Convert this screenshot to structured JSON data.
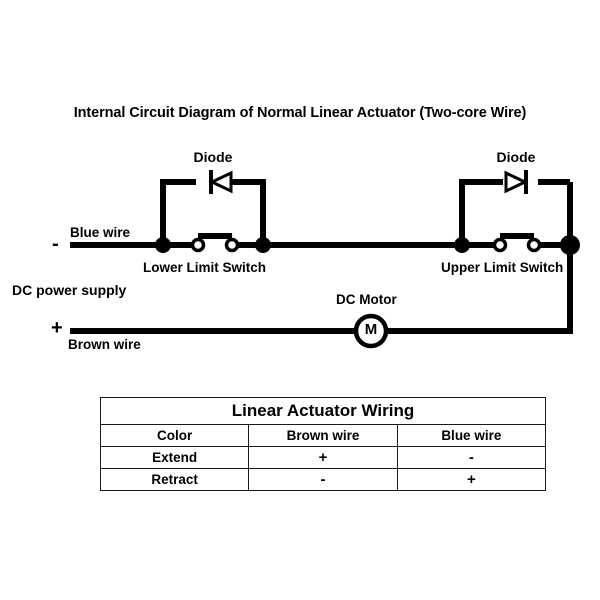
{
  "diagram": {
    "title": "Internal Circuit Diagram of Normal Linear Actuator (Two-core Wire)",
    "labels": {
      "diode_left": "Diode",
      "diode_right": "Diode",
      "blue_wire": "Blue wire",
      "brown_wire": "Brown wire",
      "lower_limit_switch": "Lower Limit Switch",
      "upper_limit_switch": "Upper Limit Switch",
      "dc_power_supply": "DC power supply",
      "dc_motor": "DC Motor",
      "motor_symbol": "M",
      "terminal_negative": "-",
      "terminal_positive": "+"
    },
    "colors": {
      "wire": "#000000",
      "background": "#ffffff",
      "table_border": "#1a1a1a"
    }
  },
  "table": {
    "title": "Linear Actuator Wiring",
    "headers": [
      "Color",
      "Brown wire",
      "Blue wire"
    ],
    "rows": [
      {
        "label": "Extend",
        "brown": "+",
        "blue": "-"
      },
      {
        "label": "Retract",
        "brown": "-",
        "blue": "+"
      }
    ]
  }
}
